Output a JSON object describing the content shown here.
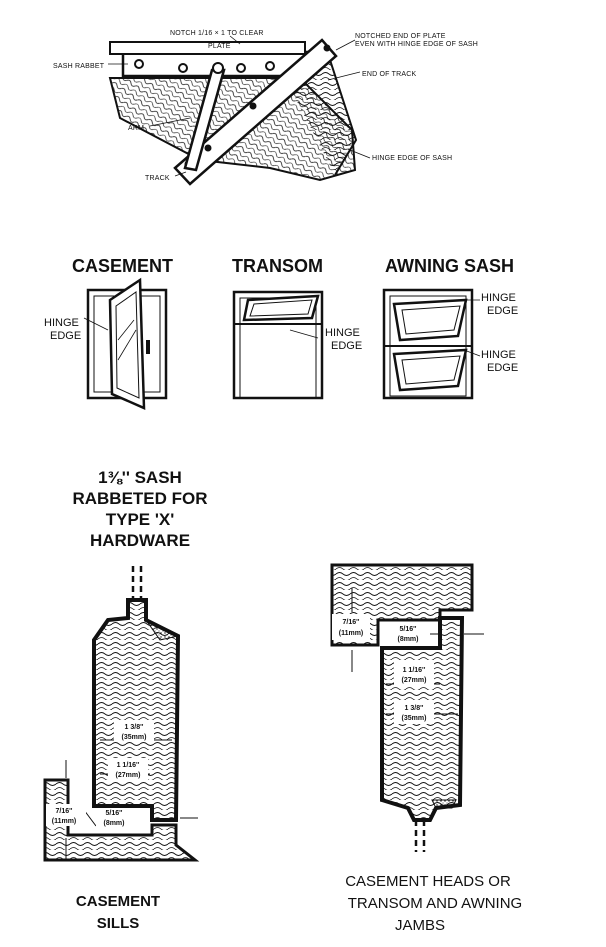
{
  "top_detail": {
    "notch_label": "NOTCH 1/16  × 1  TO CLEAR",
    "plate_label": "PLATE",
    "notched_end_label_1": "NOTCHED END OF PLATE",
    "notched_end_label_2": "EVEN WITH HINGE EDGE OF SASH",
    "sash_rabbet_label": "SASH RABBET",
    "end_of_track_label": "END OF TRACK",
    "arm_label": "ARM",
    "hinge_edge_sash_label": "HINGE EDGE OF SASH",
    "track_label": "TRACK"
  },
  "window_types": {
    "casement_title": "CASEMENT",
    "transom_title": "TRANSOM",
    "awning_title": "AWNING SASH",
    "hinge": "HINGE",
    "edge": "EDGE"
  },
  "sash_heading": {
    "line1": "1⅜'' SASH",
    "line2": "RABBETED FOR",
    "line3": "TYPE 'X'",
    "line4": "HARDWARE"
  },
  "sill_section": {
    "dim_138": "1 3/8''",
    "dim_35": "(35mm)",
    "dim_1116": "1 1/16''",
    "dim_27": "(27mm)",
    "dim_716": "7/16''",
    "dim_11": "(11mm)",
    "dim_516": "5/16''",
    "dim_8": "(8mm)",
    "caption_1": "CASEMENT",
    "caption_2": "SILLS"
  },
  "head_section": {
    "dim_716": "7/16''",
    "dim_11": "(11mm)",
    "dim_516": "5/16''",
    "dim_8": "(8mm)",
    "dim_1116": "1 1/16''",
    "dim_27": "(27mm)",
    "dim_138": "1 3/8''",
    "dim_35": "(35mm)",
    "caption_1": "CASEMENT HEADS OR",
    "caption_2": "TRANSOM  AND AWNING",
    "caption_3": "JAMBS"
  }
}
